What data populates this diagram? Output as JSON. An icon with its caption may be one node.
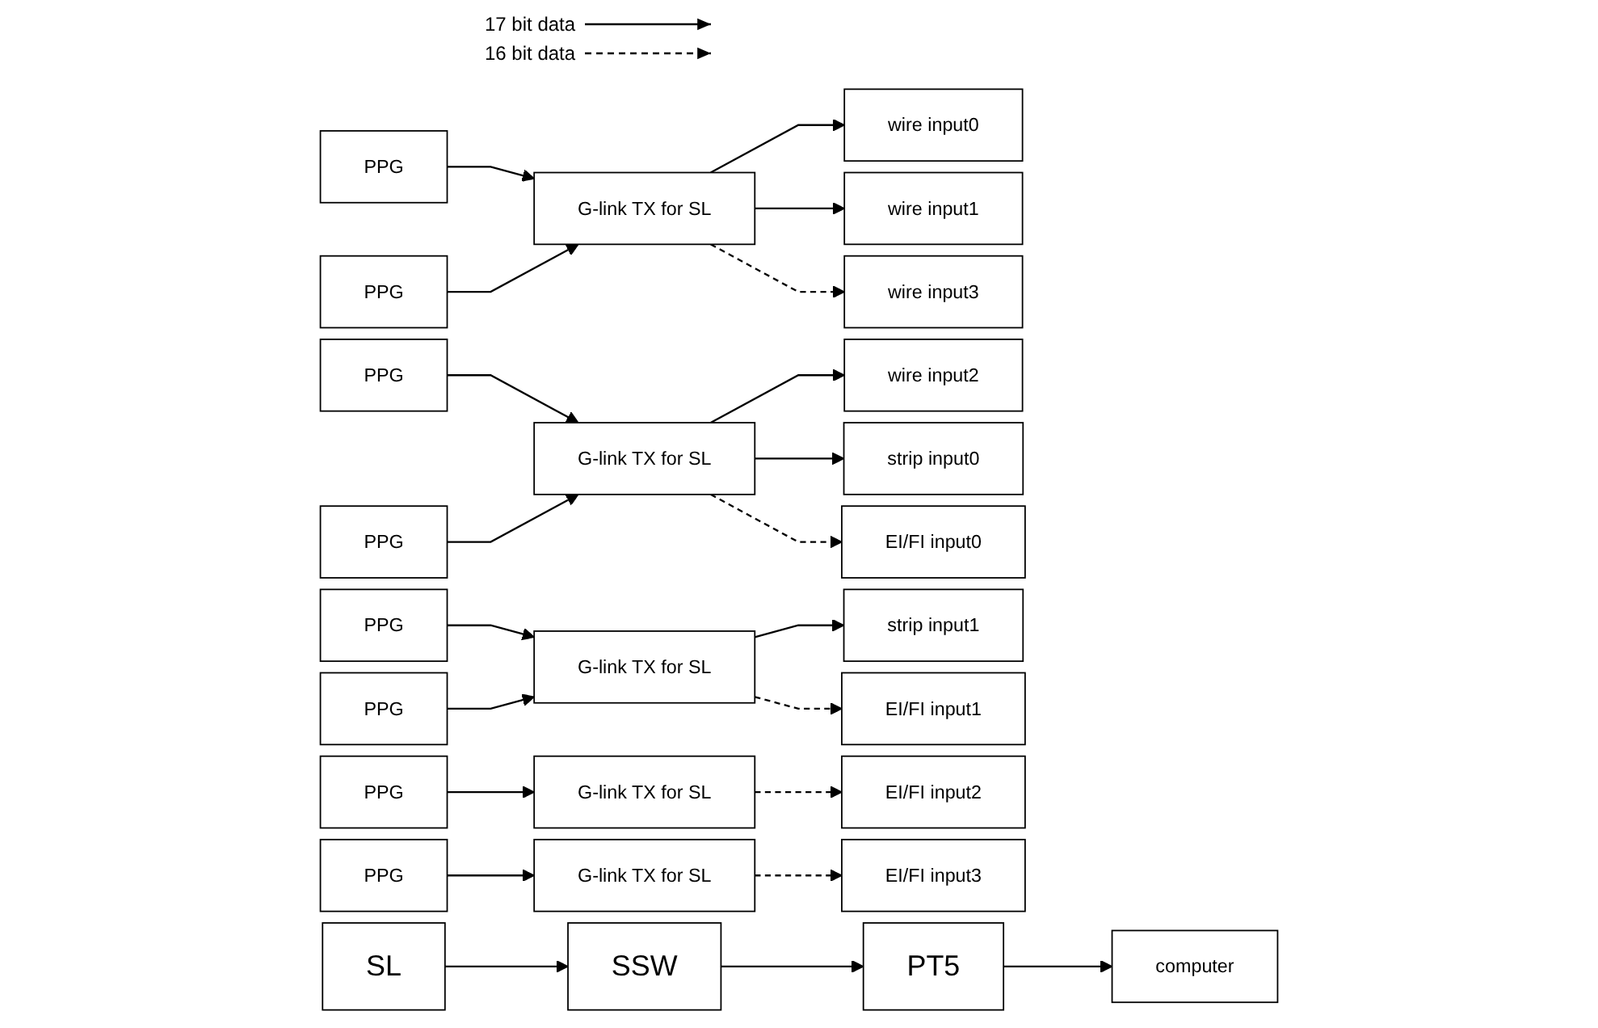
{
  "diagram": {
    "nodes": [
      {
        "text": [
          "PPG"
        ]
      },
      {
        "text": [
          "PPG"
        ]
      },
      {
        "text": [
          "PPG"
        ]
      },
      {
        "text": [
          "PPG"
        ]
      },
      {
        "text": [
          "PPG"
        ]
      },
      {
        "text": [
          "PPG"
        ]
      },
      {
        "text": [
          "PPG"
        ]
      },
      {
        "text": [
          "PPG"
        ]
      },
      {
        "text": [
          "G-link TX for SL"
        ]
      },
      {
        "text": [
          "G-link TX for SL"
        ]
      },
      {
        "text": [
          "G-link TX for SL"
        ]
      },
      {
        "text": [
          "G-link TX for SL"
        ]
      },
      {
        "text": [
          "G-link TX for SL"
        ]
      },
      {
        "text": [
          "wire input0"
        ]
      },
      {
        "text": [
          "wire input1"
        ]
      },
      {
        "text": [
          "wire input2"
        ]
      },
      {
        "text": [
          "wire input3"
        ]
      },
      {
        "text": [
          "strip input0"
        ]
      },
      {
        "text": [
          "strip input1"
        ]
      },
      {
        "text": [
          "EI/FI input0"
        ]
      },
      {
        "text": [
          "EI/FI input1"
        ]
      },
      {
        "text": [
          "EI/FI input2"
        ]
      },
      {
        "text": [
          "EI/FI input3"
        ]
      },
      {
        "text": [
          "SL"
        ]
      },
      {
        "text": [
          "computer"
        ]
      },
      {
        "text": [
          "SSW"
        ]
      },
      {
        "text": [
          "PT5"
        ]
      }
    ],
    "edges": [
      {
        "from": 0,
        "to": 8,
        "arrow": "to"
      },
      {
        "from": 1,
        "to": 8,
        "arrow": "to"
      },
      {
        "from": 2,
        "to": 9,
        "arrow": "to"
      },
      {
        "from": 3,
        "to": 9,
        "arrow": "to"
      },
      {
        "from": 4,
        "to": 10,
        "arrow": "to"
      },
      {
        "from": 5,
        "to": 10,
        "arrow": "to"
      },
      {
        "from": 6,
        "to": 11,
        "arrow": "to"
      },
      {
        "from": 7,
        "to": 12,
        "arrow": "to"
      },
      {
        "from": 8,
        "to": 13,
        "arrow": "to"
      },
      {
        "from": 8,
        "to": 14,
        "arrow": "to"
      },
      {
        "from": 8,
        "to": 16,
        "arrow": "to",
        "style": "dashed"
      },
      {
        "from": 9,
        "to": 15,
        "arrow": "to"
      },
      {
        "from": 9,
        "to": 17,
        "arrow": "to"
      },
      {
        "from": 9,
        "to": 19,
        "arrow": "to",
        "style": "dashed"
      },
      {
        "from": 10,
        "to": 18,
        "arrow": "to"
      },
      {
        "from": 10,
        "to": 20,
        "arrow": "to",
        "style": "dashed"
      },
      {
        "from": 11,
        "to": 21,
        "arrow": "to",
        "style": "dashed"
      },
      {
        "from": 12,
        "to": 22,
        "arrow": "to",
        "style": "dashed"
      },
      {
        "from": 23,
        "to": 25,
        "arrow": "to"
      },
      {
        "from": 25,
        "to": 26,
        "arrow": "to"
      },
      {
        "from": 26,
        "to": 24,
        "arrow": "to"
      }
    ],
    "legend": [
      {
        "text": "17 bit data"
      },
      {
        "text": "16 bit data"
      }
    ]
  }
}
